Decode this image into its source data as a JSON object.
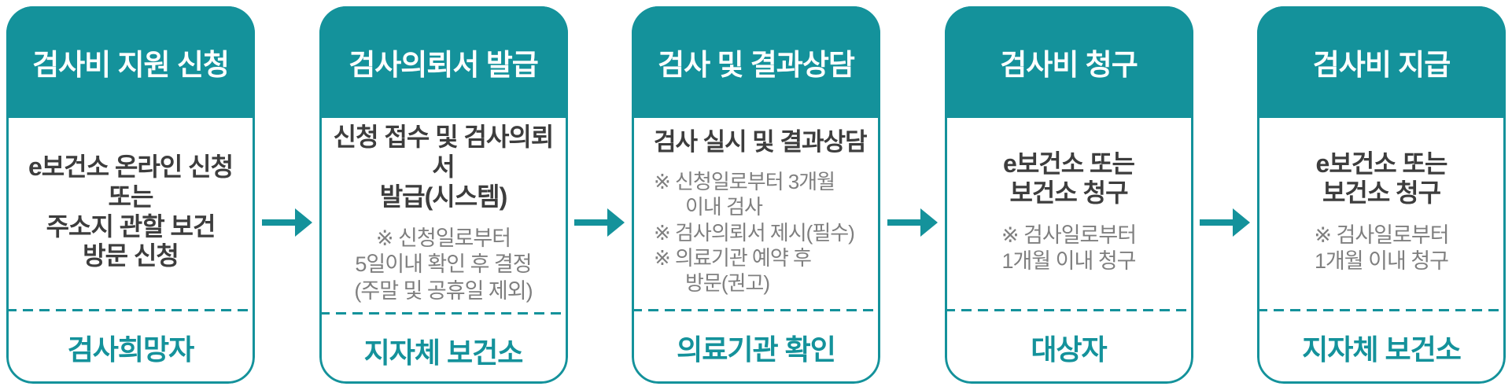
{
  "colors": {
    "teal": "#14929B",
    "body_text": "#3d3d3d",
    "note_text": "#7f7f7f",
    "background": "#ffffff"
  },
  "cards": [
    {
      "header": "검사비 지원 신청",
      "body_lines": [
        "e보건소 온라인 신청",
        "또는",
        "주소지 관할 보건",
        "방문 신청"
      ],
      "note_lines": [],
      "footer": "검사희망자"
    },
    {
      "header": "검사의뢰서 발급",
      "body_lines": [
        "신청 접수 및 검사의뢰서",
        "발급(시스템)"
      ],
      "note_lines": [
        "※ 신청일로부터",
        "5일이내 확인 후 결정",
        "(주말 및 공휴일 제외)"
      ],
      "footer": "지자체 보건소"
    },
    {
      "header": "검사 및 결과상담",
      "body_lines": [
        "검사 실시 및 결과상담"
      ],
      "note_lines": [
        "※ 신청일로부터 3개월",
        "이내 검사",
        "※ 검사의뢰서 제시(필수)",
        "※ 의료기관 예약 후",
        "방문(권고)"
      ],
      "footer": "의료기관 확인"
    },
    {
      "header": "검사비 청구",
      "body_lines": [
        "e보건소 또는",
        "보건소 청구"
      ],
      "note_lines": [
        "※ 검사일로부터",
        "1개월 이내 청구"
      ],
      "footer": "대상자"
    },
    {
      "header": "검사비 지급",
      "body_lines": [
        "e보건소 또는",
        "보건소 청구"
      ],
      "note_lines": [
        "※ 검사일로부터",
        "1개월 이내 청구"
      ],
      "footer": "지자체 보건소"
    }
  ]
}
